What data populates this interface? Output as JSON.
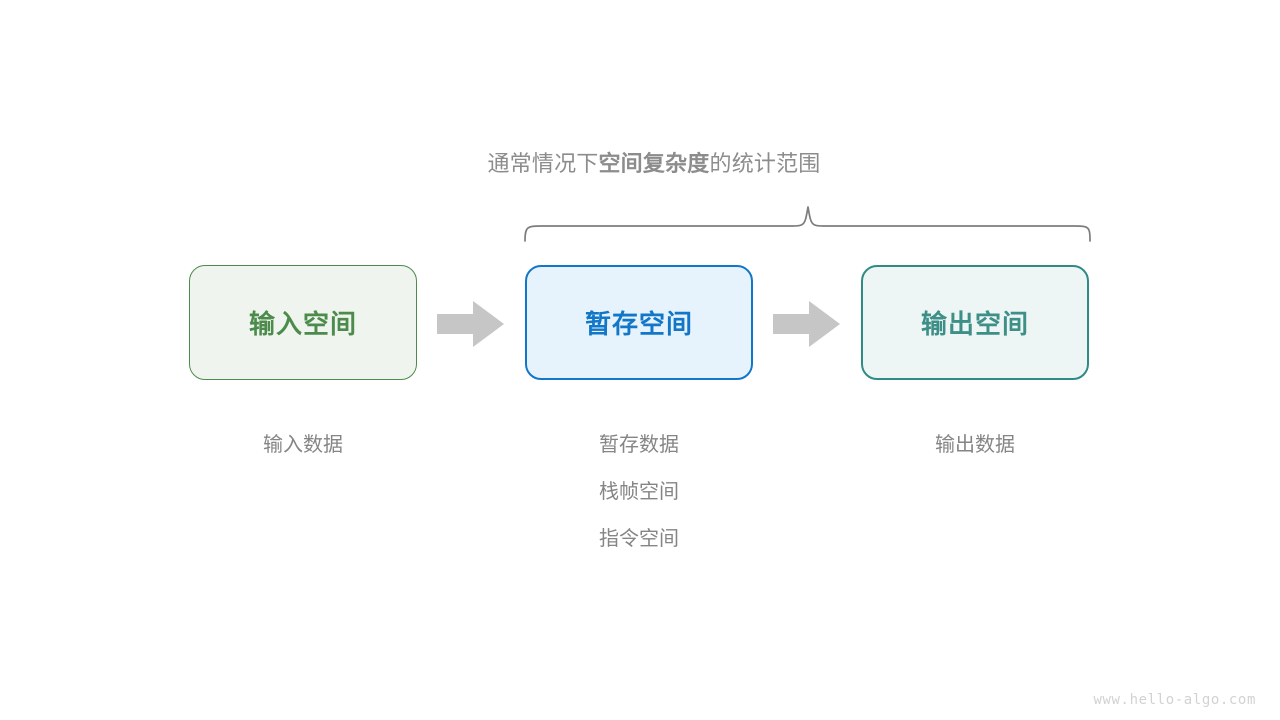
{
  "diagram": {
    "brace_caption": {
      "prefix": "通常情况下",
      "emphasis": "空间复杂度",
      "suffix": "的统计范围"
    },
    "boxes": [
      {
        "label": "输入空间",
        "border_color": "#4d8b4d",
        "fill_color": "#eff5ee",
        "text_color": "#4d8b4d"
      },
      {
        "label": "暂存空间",
        "border_color": "#1277c8",
        "fill_color": "#e7f3fc",
        "text_color": "#1277c8"
      },
      {
        "label": "输出空间",
        "border_color": "#2f8b84",
        "fill_color": "#edf6f4",
        "text_color": "#3d8f87"
      }
    ],
    "arrows": [
      {
        "name": "arrow-input-to-temp",
        "color": "#c6c6c6"
      },
      {
        "name": "arrow-temp-to-output",
        "color": "#c6c6c6"
      }
    ],
    "captions": {
      "input": [
        "输入数据"
      ],
      "temp": [
        "暂存数据",
        "栈帧空间",
        "指令空间"
      ],
      "output": [
        "输出数据"
      ]
    },
    "brace_color": "#7d7d7d",
    "caption_text_color": "#858585",
    "watermark": "www.hello-algo.com"
  }
}
